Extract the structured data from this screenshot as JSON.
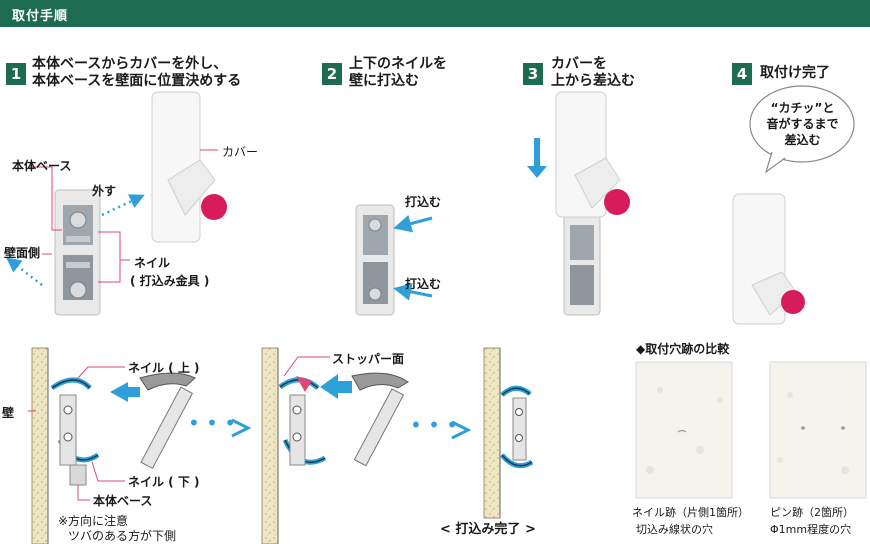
{
  "header": {
    "title": "取付手順"
  },
  "steps": [
    {
      "num": "1",
      "line1": "本体ベースからカバーを外し、",
      "line2": "本体ベースを壁面に位置決めする"
    },
    {
      "num": "2",
      "line1": "上下のネイルを",
      "line2": "壁に打込む"
    },
    {
      "num": "3",
      "line1": "カバーを",
      "line2": "上から差込む"
    },
    {
      "num": "4",
      "line1": "取付け完了",
      "line2": ""
    }
  ],
  "step1_labels": {
    "base": "本体ベース",
    "remove": "外す",
    "wall_side": "壁面側",
    "cover": "カバー",
    "nail": "ネイル",
    "nail_sub": "( 打込み金具 )"
  },
  "step2_labels": {
    "drive_top": "打込む",
    "drive_bottom": "打込む"
  },
  "bubble": {
    "line1": "“カチッ”と",
    "line2": "音がするまで",
    "line3": "差込む"
  },
  "lower_labels": {
    "wall": "壁",
    "nail_top": "ネイル ( 上 )",
    "nail_bottom": "ネイル ( 下 )",
    "base": "本体ベース",
    "note1": "※方向に注意",
    "note2": "ツバのある方が下側",
    "stopper": "ストッパー面",
    "complete": "< 打込み完了 >"
  },
  "comparison": {
    "title": "◆取付穴跡の比較",
    "left_caption1": "ネイル跡（片側1箇所）",
    "left_caption2": "切込み線状の穴",
    "right_caption1": "ピン跡（2箇所）",
    "right_caption2": "Φ1mm程度の穴"
  },
  "colors": {
    "header": "#1d6b50",
    "accent_blue": "#2e9fd8",
    "pink": "#e0457b",
    "knob": "#d81c5b"
  }
}
